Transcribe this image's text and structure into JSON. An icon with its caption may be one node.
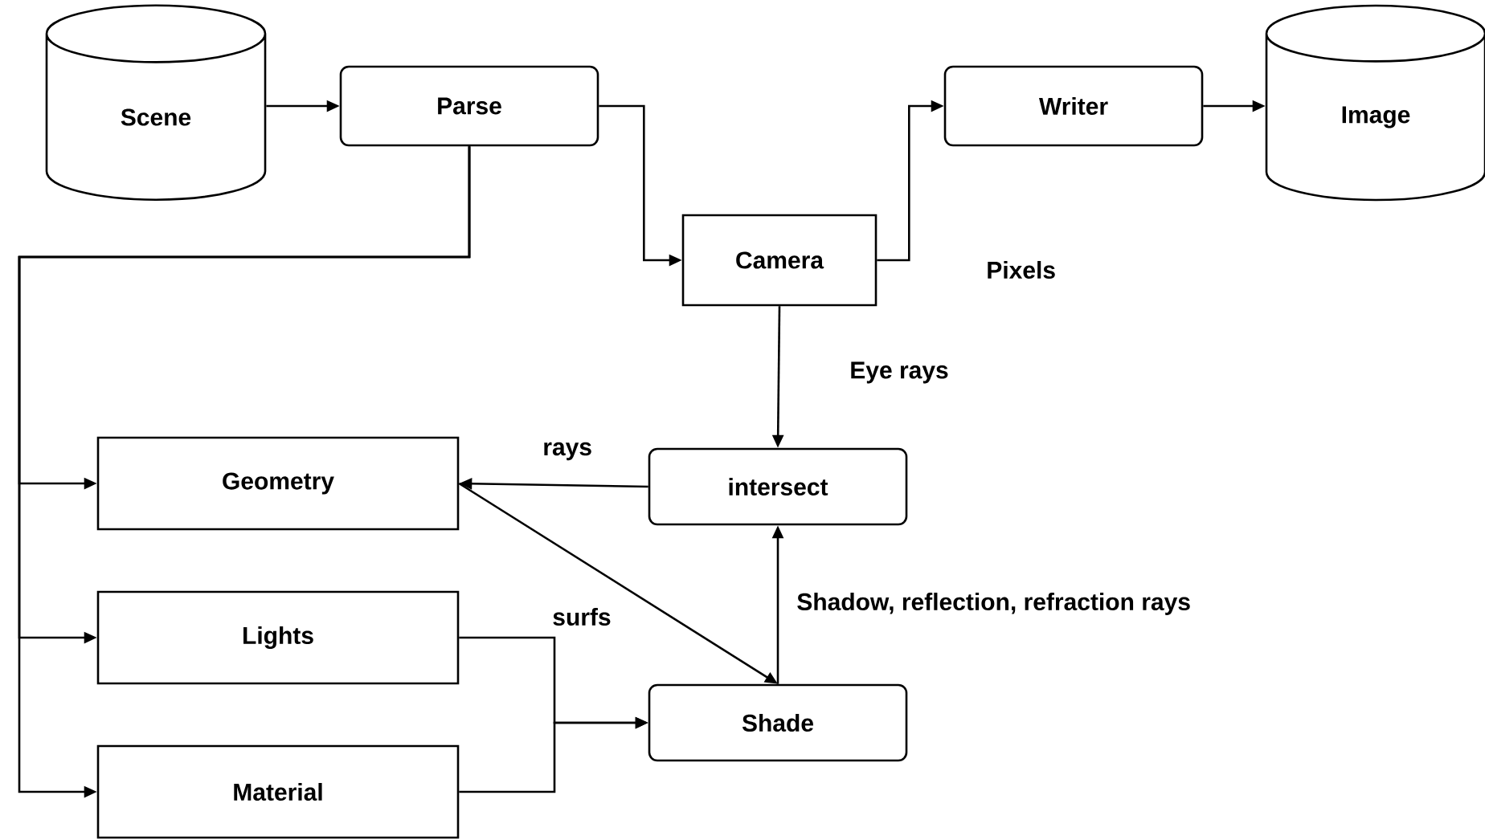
{
  "diagram": {
    "nodes": [
      {
        "text": [
          "Scene"
        ]
      },
      {
        "text": [
          "Parse"
        ]
      },
      {
        "text": [
          "Writer"
        ]
      },
      {
        "text": [
          "Image"
        ]
      },
      {
        "text": [
          "Camera"
        ]
      },
      {
        "text": [
          "intersect"
        ]
      },
      {
        "text": [
          "Geometry"
        ]
      },
      {
        "text": [
          "Lights"
        ]
      },
      {
        "text": [
          "Shade"
        ]
      },
      {
        "text": [
          "Material"
        ]
      }
    ],
    "edges": [
      {
        "from": 0,
        "to": 1,
        "arrow": "to"
      },
      {
        "from": 1,
        "to": 4,
        "arrow": "to"
      },
      {
        "from": 4,
        "to": 2,
        "arrow": "to",
        "label": "Pixels"
      },
      {
        "from": 2,
        "to": 3,
        "arrow": "to"
      },
      {
        "from": 4,
        "to": 5,
        "arrow": "to",
        "label": "Eye rays"
      },
      {
        "from": 5,
        "to": 6,
        "arrow": "to",
        "label": "rays"
      },
      {
        "from": 6,
        "to": 8,
        "arrow": "to",
        "label": "surfs"
      },
      {
        "from": 8,
        "to": 5,
        "arrow": "to",
        "label": "Shadow, reflection, refraction rays"
      },
      {
        "from": 7,
        "to": 8,
        "arrow": "to"
      },
      {
        "from": 9,
        "to": 8,
        "arrow": "to"
      },
      {
        "from": 1,
        "to": 6,
        "arrow": "to"
      },
      {
        "from": 1,
        "to": 7,
        "arrow": "to"
      },
      {
        "from": 1,
        "to": 9,
        "arrow": "to"
      }
    ]
  }
}
